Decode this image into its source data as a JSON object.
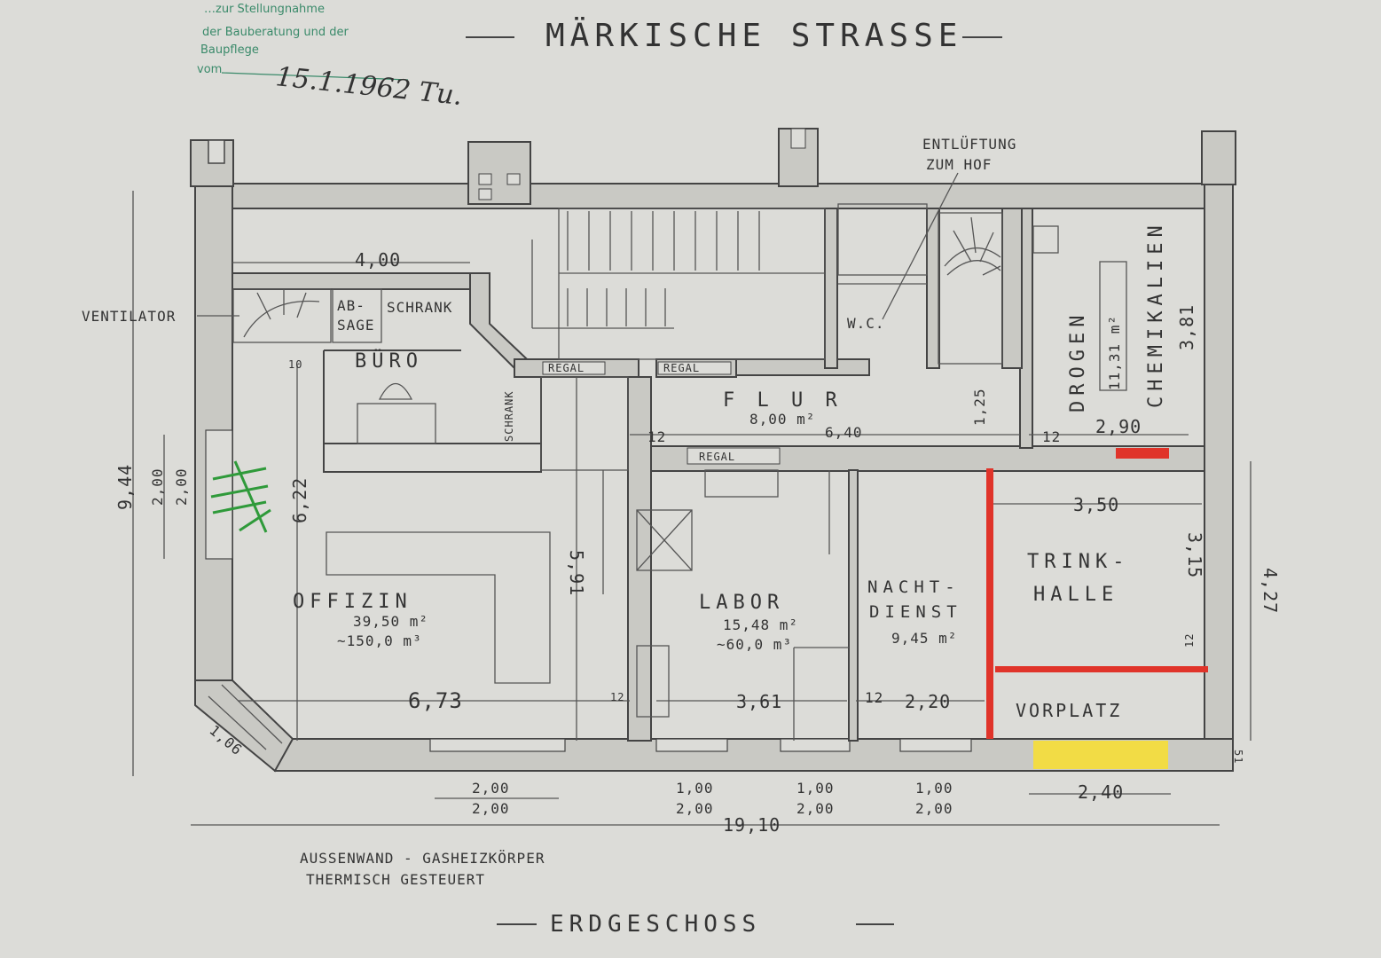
{
  "header": {
    "street": "MÄRKISCHE STRASSE"
  },
  "stamp": {
    "line1": "…zur Stellungnahme",
    "line2": "der Bauberatung und der",
    "line3": "Baupflege",
    "prefix": "vom",
    "date": "15.1.1962 Tu."
  },
  "notes": {
    "ventilator": "VENTILATOR",
    "entlueftung_1": "ENTLÜFTUNG",
    "entlueftung_2": "ZUM HOF",
    "heating_1": "AUSSENWAND - GASHEIZKÖRPER",
    "heating_2": "THERMISCH GESTEUERT",
    "floor": "ERDGESCHOSS"
  },
  "rooms": {
    "buero": "BÜRO",
    "absage_1": "AB-",
    "absage_2": "SAGE",
    "schrank": "SCHRANK",
    "schrank_v": "SCHRANK",
    "wc": "W.C.",
    "flur": "F L U R",
    "flur_area": "8,00 m²",
    "drogen": "DROGEN",
    "drogen_area": "11,31 m²",
    "chemikalien": "CHEMIKALIEN",
    "offizin": "OFFIZIN",
    "offizin_area": "39,50 m²",
    "offizin_vol": "~150,0 m³",
    "labor": "LABOR",
    "labor_area": "15,48 m²",
    "labor_vol": "~60,0 m³",
    "nacht_1": "NACHT-",
    "nacht_2": "DIENST",
    "nacht_area": "9,45 m²",
    "trink_1": "TRINK-",
    "trink_2": "HALLE",
    "vorplatz": "VORPLATZ",
    "regal_1": "REGAL",
    "regal_2": "REGAL",
    "regal_3": "REGAL"
  },
  "dims": {
    "d_400": "4,00",
    "d_640": "6,40",
    "d_290": "2,90",
    "d_125": "1,25",
    "d_381": "3,81",
    "d_944": "9,44",
    "d_622": "6,22",
    "d_591": "5,91",
    "d_673": "6,73",
    "d_361": "3,61",
    "d_220": "2,20",
    "d_350": "3,50",
    "d_315": "3,15",
    "d_427": "4,27",
    "d_1910": "19,10",
    "d_240": "2,40",
    "d_100": "1,00",
    "d_200": "2,00",
    "d_12": "12",
    "d_10": "10",
    "d_51": "51",
    "d_106": "1,06"
  },
  "colors": {
    "paper": "#dcdcd8",
    "ink": "#333333",
    "red_wall": "#e0342a",
    "yellow_fill": "#f2dc45",
    "green_mark": "#2f9a3a",
    "stamp": "#3a8a6a"
  }
}
